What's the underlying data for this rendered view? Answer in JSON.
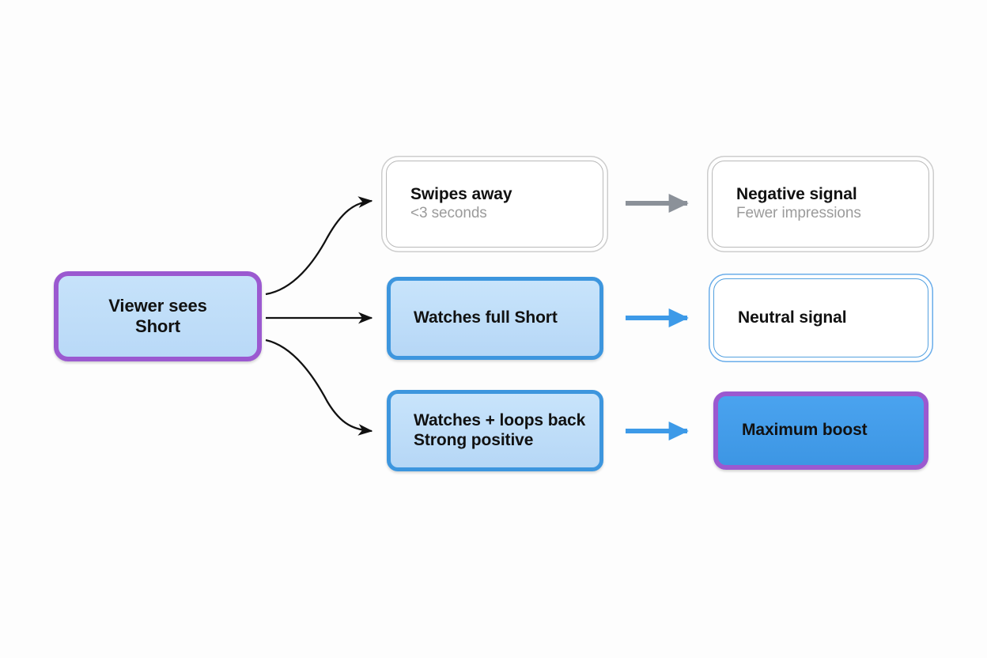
{
  "diagram": {
    "background_color": "#fdfdfd",
    "accent_purple": "#9b59d0",
    "accent_blue": "#3d96e4",
    "light_blue": "#bddcf8",
    "gray_arrow": "#8b9199",
    "nodes": {
      "source": {
        "title": "Viewer sees",
        "title_line2": "Short"
      },
      "swipes": {
        "title": "Swipes away",
        "sub": "<3 seconds"
      },
      "negative": {
        "title": "Negative signal",
        "sub": "Fewer impressions"
      },
      "watches": {
        "title": "Watches full Short"
      },
      "neutral": {
        "title": "Neutral signal"
      },
      "loops": {
        "title": "Watches + loops back",
        "title_line2": "Strong positive"
      },
      "maxboost": {
        "title": "Maximum boost"
      }
    },
    "edges": {
      "source_to_swipes": "curved-arrow-up",
      "source_to_watches": "straight-arrow",
      "source_to_loops": "curved-arrow-down",
      "swipes_to_negative": "gray-arrow",
      "watches_to_neutral": "blue-arrow",
      "loops_to_maxboost": "blue-arrow"
    }
  }
}
